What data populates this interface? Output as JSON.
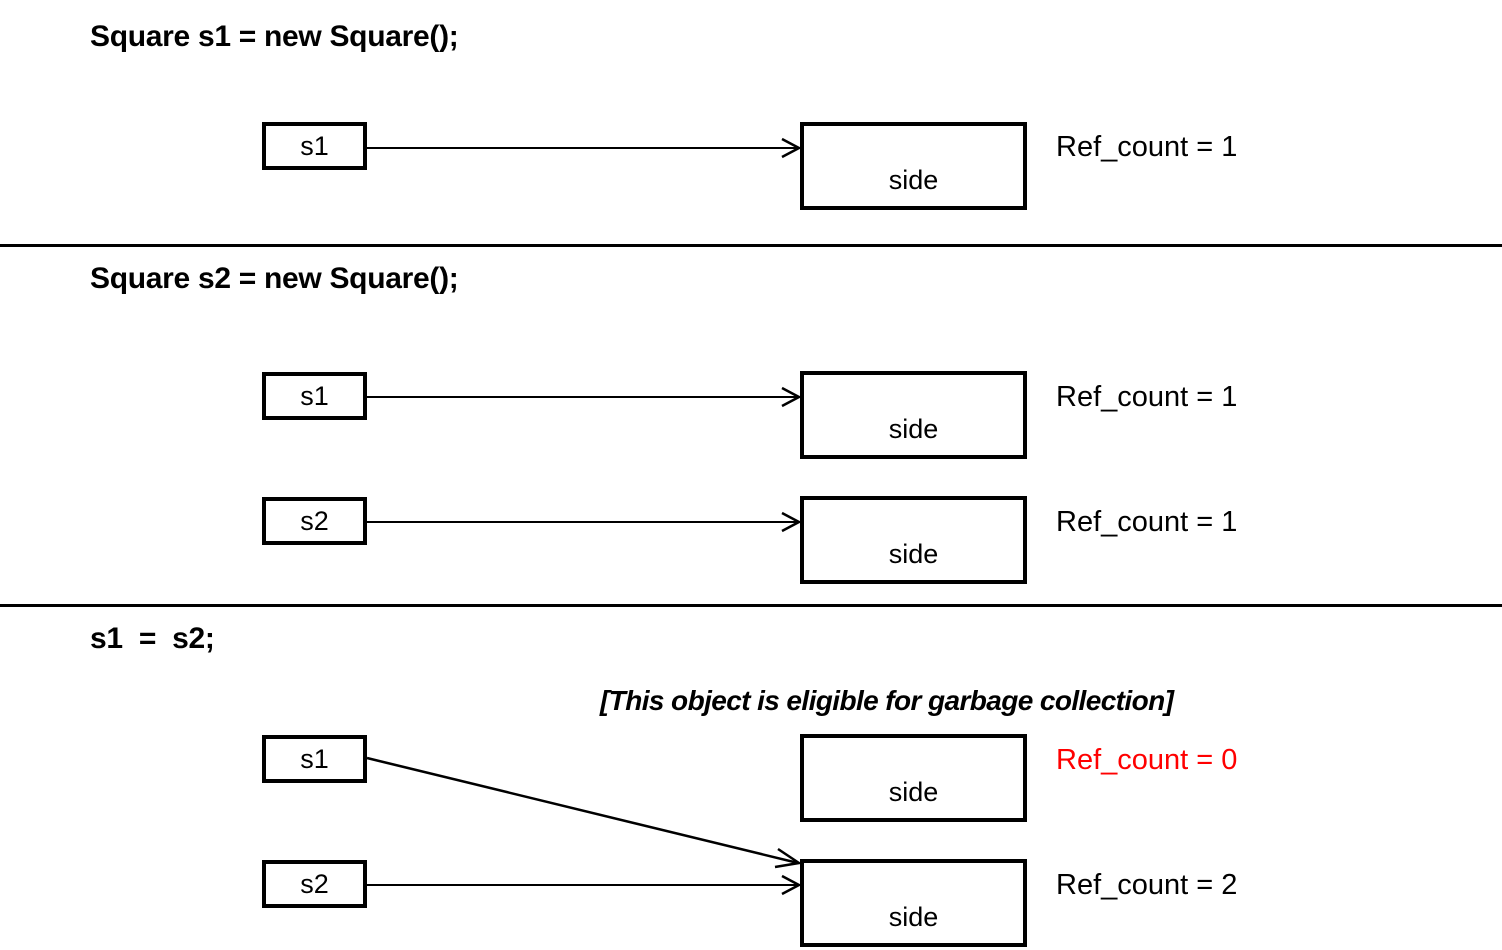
{
  "diagram": {
    "title_semantics": "java-reference-counting-garbage-collection",
    "colors": {
      "stroke": "#000000",
      "background": "#ffffff",
      "highlight_red": "#ff0000"
    },
    "sections": [
      {
        "id": "section-1",
        "header": "Square s1 = new Square();",
        "rows": [
          {
            "ref_label": "s1",
            "object_label": "side",
            "ref_count": "Ref_count = 1",
            "ref_count_highlighted": false
          }
        ],
        "note": null
      },
      {
        "id": "section-2",
        "header": "Square s2 = new Square();",
        "rows": [
          {
            "ref_label": "s1",
            "object_label": "side",
            "ref_count": "Ref_count = 1",
            "ref_count_highlighted": false
          },
          {
            "ref_label": "s2",
            "object_label": "side",
            "ref_count": "Ref_count = 1",
            "ref_count_highlighted": false
          }
        ],
        "note": null
      },
      {
        "id": "section-3",
        "header": "s1  =  s2;",
        "rows": [
          {
            "ref_label": "s1",
            "object_label": "side",
            "ref_count": "Ref_count = 0",
            "ref_count_highlighted": true
          },
          {
            "ref_label": "s2",
            "object_label": "side",
            "ref_count": "Ref_count = 2",
            "ref_count_highlighted": false
          }
        ],
        "note": "[This object is eligible for garbage collection]"
      }
    ]
  }
}
